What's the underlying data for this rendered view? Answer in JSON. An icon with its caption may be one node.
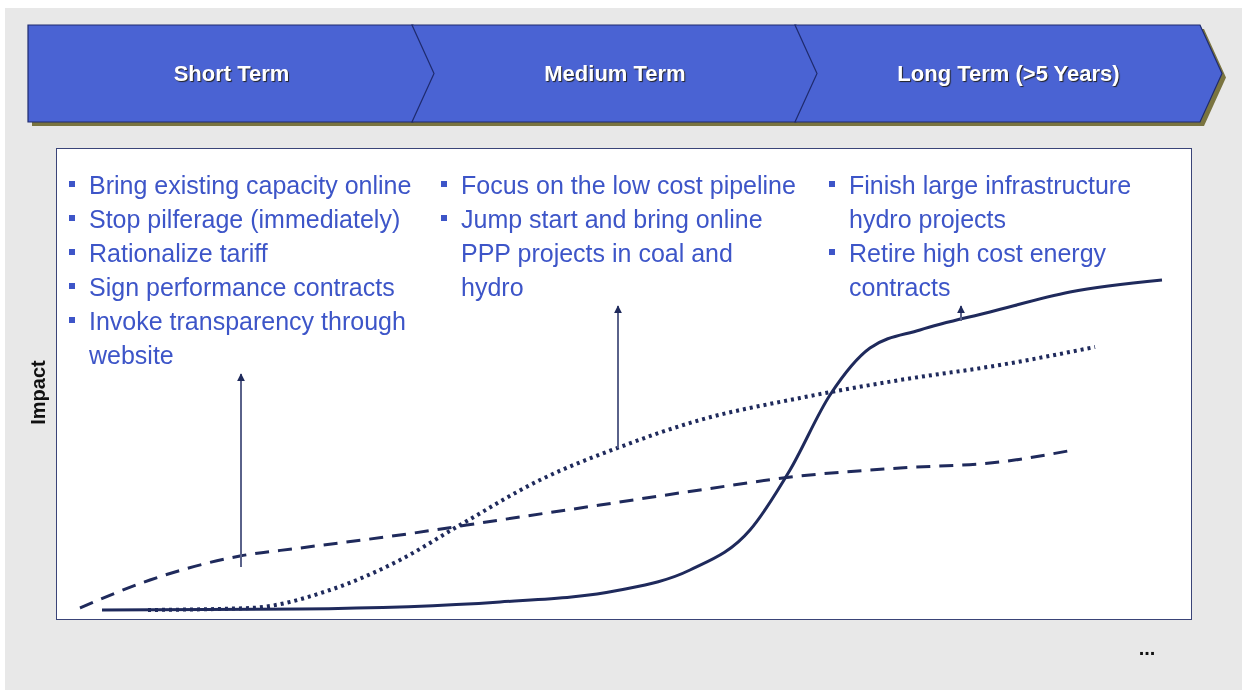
{
  "diagram": {
    "nodes": [
      {
        "text": [
          "Short Term"
        ]
      },
      {
        "text": [
          "Medium Term"
        ]
      },
      {
        "text": [
          "Long Term (>5 Years)"
        ]
      },
      {
        "text": [],
        "shape": "box"
      },
      {
        "text": [
          "Bring existing capacity online",
          "Stop pilferage (immediately)",
          "Rationalize tariff",
          "Sign performance contracts",
          "Invoke transparency through website"
        ],
        "in": 3
      },
      {
        "text": [
          "Focus on the low cost pipeline",
          "Jump start and bring online PPP projects in coal and hydro"
        ],
        "in": 3
      },
      {
        "text": [
          "Finish large infrastructure hydro projects",
          "Retire high cost energy contracts"
        ],
        "in": 3
      }
    ],
    "edges": [
      {
        "from": null,
        "to": 4,
        "arrow": "to"
      },
      {
        "from": null,
        "to": 5,
        "arrow": "to"
      },
      {
        "from": null,
        "to": 6,
        "arrow": "to"
      }
    ],
    "labels": [
      "Impact",
      "..."
    ]
  }
}
